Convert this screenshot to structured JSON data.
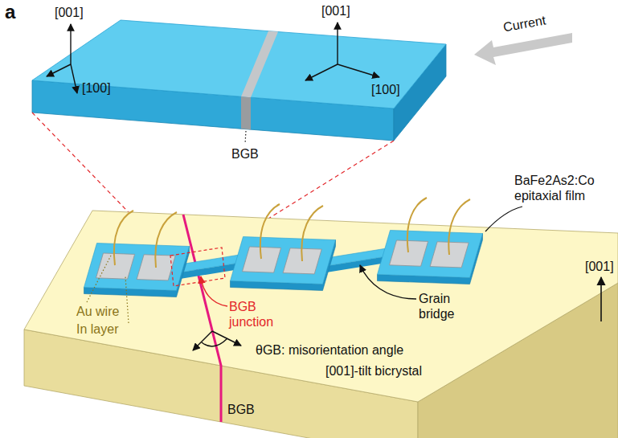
{
  "diagram": {
    "labels": [
      "a",
      "[001]",
      "[100]",
      "[001]",
      "[100]",
      "Current",
      "BGB",
      "BaFe2As2:Co epitaxial film",
      "Grain bridge",
      "Au wire",
      "In layer",
      "BGB junction",
      "[001]",
      "θGB: misorientation angle",
      "[001]-tilt bicrystal",
      "BGB"
    ]
  }
}
